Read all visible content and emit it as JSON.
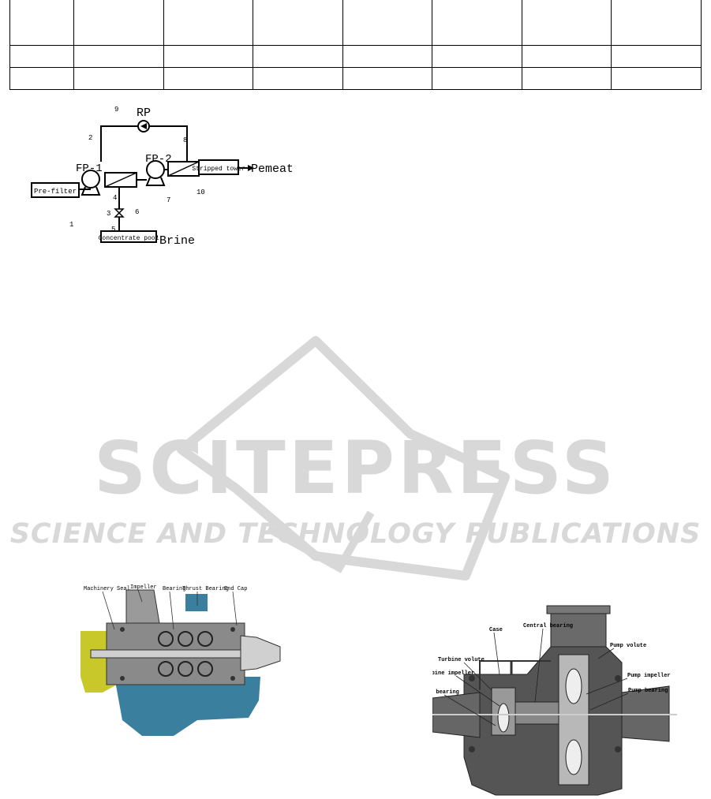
{
  "table": {
    "column_count": 8,
    "row_count": 3
  },
  "schematic": {
    "rp": "RP",
    "fp1": "FP-1",
    "fp2": "FP-2",
    "prefilter": "Pre-filter",
    "stripped_tower": "Stripped tower",
    "permeate": "Pemeate",
    "concentrate_pool": "Concentrate pool",
    "brine": "Brine",
    "node_labels": [
      "1",
      "2",
      "3",
      "4",
      "5",
      "6",
      "7",
      "8",
      "9",
      "10"
    ]
  },
  "pump_left": {
    "machinery_seal": "Machinery Seal",
    "impeller": "Impeller",
    "bearing": "Bearing",
    "thrust_bearing": "Thrust Bearing",
    "end_cap": "End Cap"
  },
  "pump_right": {
    "case": "Case",
    "central_bearing": "Central bearing",
    "pump_volute": "Pump volute",
    "turbine_volute": "Turbine volute",
    "turbine_impeller": "Turbine impeller",
    "pump_impeller": "Pump impeller",
    "thrust_bearing": "Thrust bearing",
    "pump_bearing": "Pump bearing"
  },
  "watermark": {
    "main": "SCITEPRESS",
    "sub": "SCIENCE AND TECHNOLOGY PUBLICATIONS"
  },
  "colors": {
    "yellow_seal": "#c8c82a",
    "blue_base": "#3a7f9e",
    "steel_gray": "#8a8a8a",
    "dark_casing": "#555555"
  }
}
